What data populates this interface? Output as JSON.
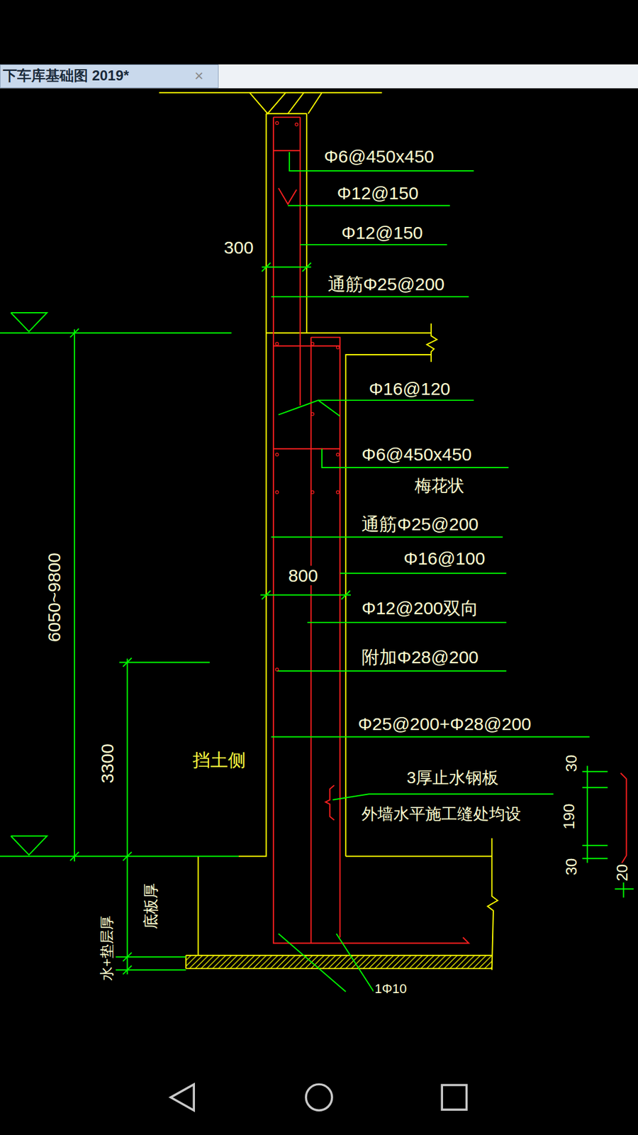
{
  "diagram": {
    "nodes": [
      {
        "text": [
          "下车库基础图 2019*"
        ]
      }
    ],
    "labels": [
      "Φ6@450x450",
      "Φ12@150",
      "Φ12@150",
      "300",
      "通筋Φ25@200",
      "Φ16@120",
      "Φ6@450x450",
      "梅花状",
      "通筋Φ25@200",
      "Φ16@100",
      "800",
      "Φ12@200双向",
      "附加Φ28@200",
      "Φ25@200+Φ28@200",
      "3厚止水钢板",
      "外墙水平施工缝处均设",
      "挡土侧",
      "6050~9800",
      "3300",
      "底板厚",
      "水+垫层厚",
      "30",
      "190",
      "30",
      "20",
      "1Φ10",
      "×"
    ]
  }
}
